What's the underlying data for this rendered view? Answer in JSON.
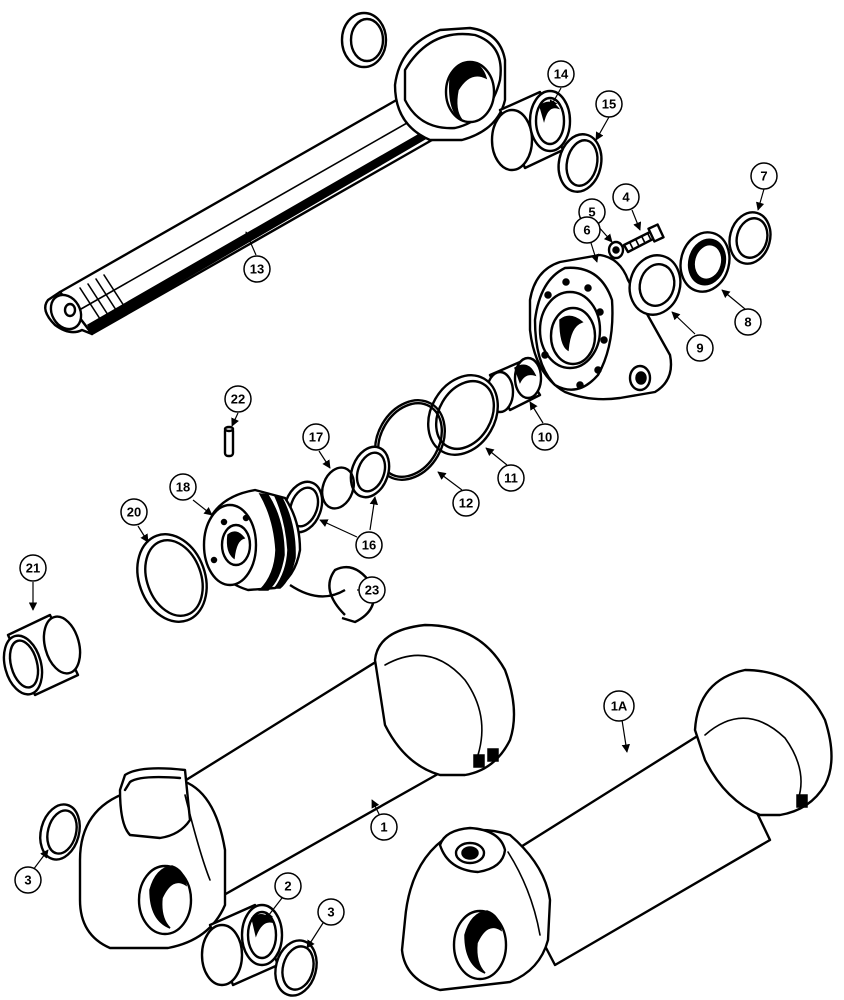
{
  "callouts": {
    "c1": "1",
    "c1a": "1A",
    "c2": "2",
    "c3a": "3",
    "c3b": "3",
    "c4": "4",
    "c5": "5",
    "c6": "6",
    "c7": "7",
    "c8": "8",
    "c9": "9",
    "c10": "10",
    "c11": "11",
    "c12": "12",
    "c13": "13",
    "c14": "14",
    "c15": "15",
    "c16": "16",
    "c17": "17",
    "c18": "18",
    "c20": "20",
    "c21": "21",
    "c22": "22",
    "c23": "23"
  }
}
